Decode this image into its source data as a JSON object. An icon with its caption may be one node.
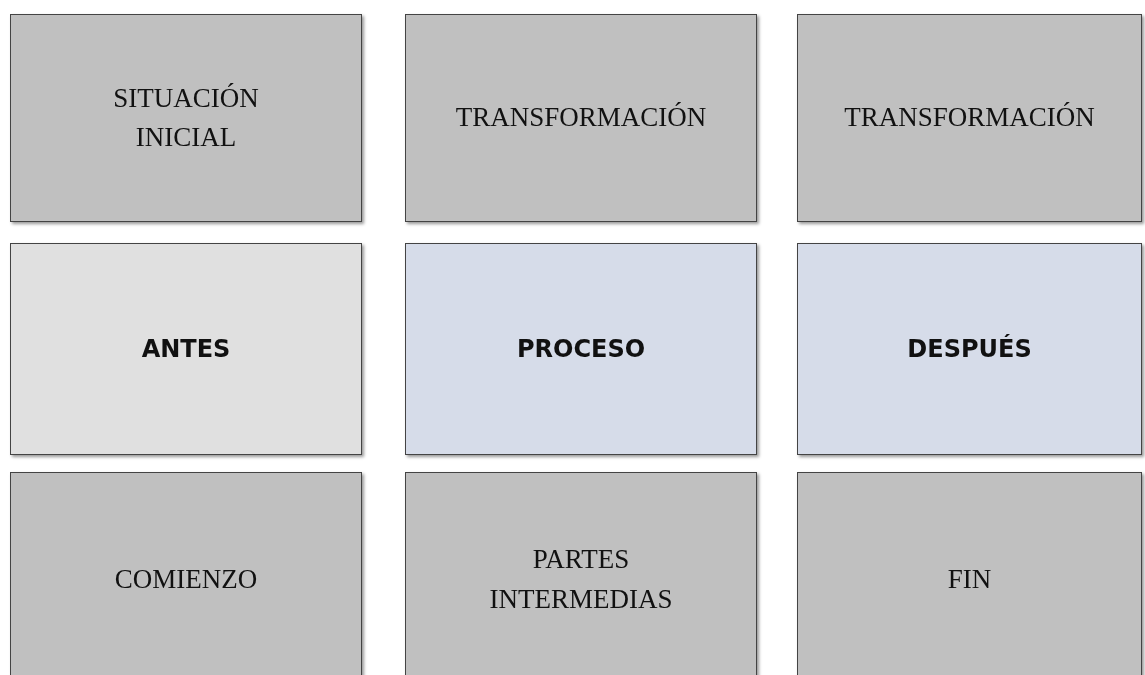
{
  "diagram": {
    "nodes": [
      {
        "text": [
          "SITUACIÓN INICIAL"
        ]
      },
      {
        "text": [
          "TRANSFORMACIÓN"
        ]
      },
      {
        "text": [
          "TRANSFORMACIÓN"
        ]
      },
      {
        "text": [
          "ANTES"
        ]
      },
      {
        "text": [
          "PROCESO"
        ]
      },
      {
        "text": [
          "DESPUÉS"
        ]
      },
      {
        "text": [
          "COMIENZO"
        ]
      },
      {
        "text": [
          "PARTES INTERMEDIAS"
        ]
      },
      {
        "text": [
          "FIN"
        ]
      }
    ]
  }
}
